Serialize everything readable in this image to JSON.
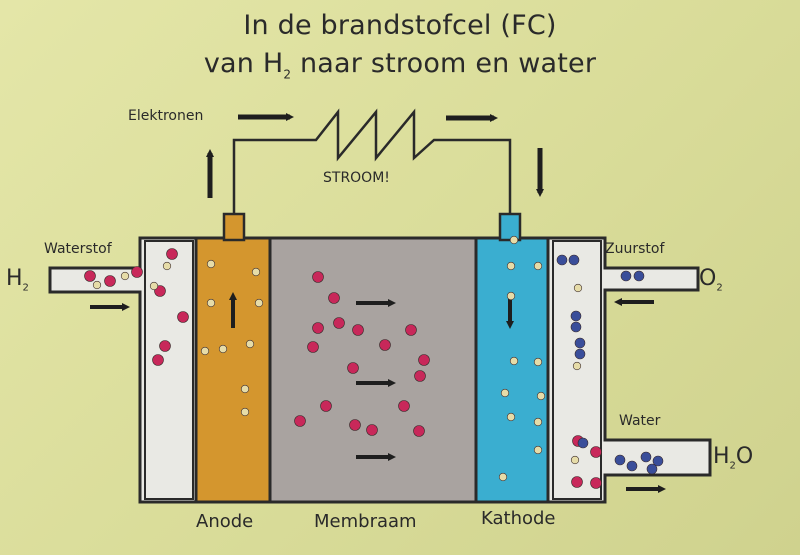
{
  "title": {
    "line1": "In de brandstofcel (FC)",
    "line2_prefix": "van H",
    "line2_sub": "2",
    "line2_suffix": " naar stroom en water"
  },
  "labels": {
    "electrons": "Elektronen",
    "current": "STROOM!",
    "hydrogen": "Waterstof",
    "h2_symbol": "H",
    "h2_sub": "2",
    "oxygen": "Zuurstof",
    "o2_symbol": "O",
    "o2_sub": "2",
    "water": "Water",
    "h2o_h": "H",
    "h2o_sub": "2",
    "h2o_o": "O",
    "anode": "Anode",
    "membrane": "Membraam",
    "cathode": "Kathode"
  },
  "colors": {
    "anode": "#d4962e",
    "membrane": "#a9a3a0",
    "cathode": "#3aaed0",
    "channel": "#e9e9e4",
    "proton": "#c8285a",
    "electron": "#e6dca8",
    "oxygen_atom": "#3a4e9a",
    "outline": "#2a2a2a"
  }
}
